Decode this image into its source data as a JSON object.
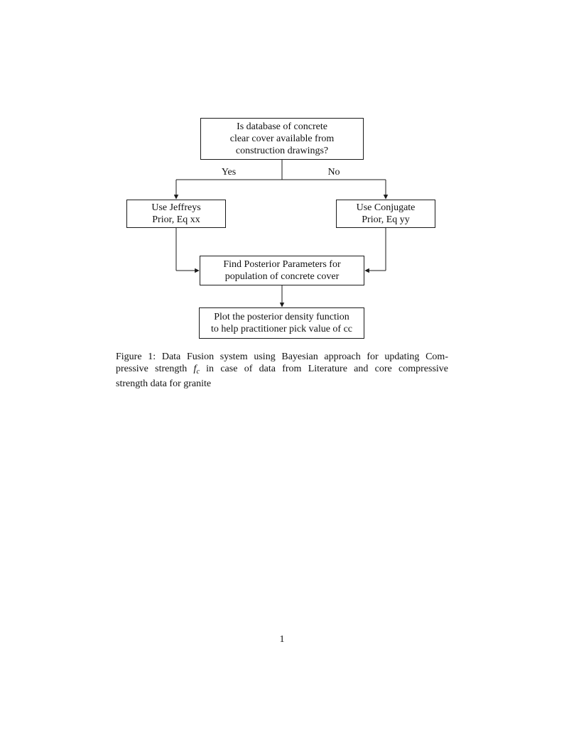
{
  "page": {
    "page_number": "1"
  },
  "colors": {
    "background": "#ffffff",
    "text": "#111111",
    "line": "#1a1a1a",
    "box_border": "#1a1a1a"
  },
  "flowchart": {
    "nodes": {
      "question": {
        "lines": [
          "Is database of concrete",
          "clear cover available from",
          "construction drawings?"
        ]
      },
      "jeffreys_prior": {
        "lines": [
          "Use Jeffreys",
          "Prior, Eq xx"
        ]
      },
      "conjugate_prior": {
        "lines": [
          "Use Conjugate",
          "Prior, Eq yy"
        ]
      },
      "find_posterior": {
        "lines": [
          "Find Posterior Parameters for",
          "population of concrete cover"
        ]
      },
      "plot_posterior": {
        "lines": [
          "Plot the posterior density function",
          "to help practitioner pick value of cc"
        ]
      }
    },
    "edge_labels": {
      "yes": "Yes",
      "no": "No"
    }
  },
  "caption": {
    "line1": "Figure 1: Data Fusion system using Bayesian approach for updating Com-",
    "line2_before": "pressive strength",
    "math_symbol": "f",
    "math_subscript": "c",
    "line2_after": "in case of data from Literature and core compressive",
    "line3": "strength data for granite"
  }
}
